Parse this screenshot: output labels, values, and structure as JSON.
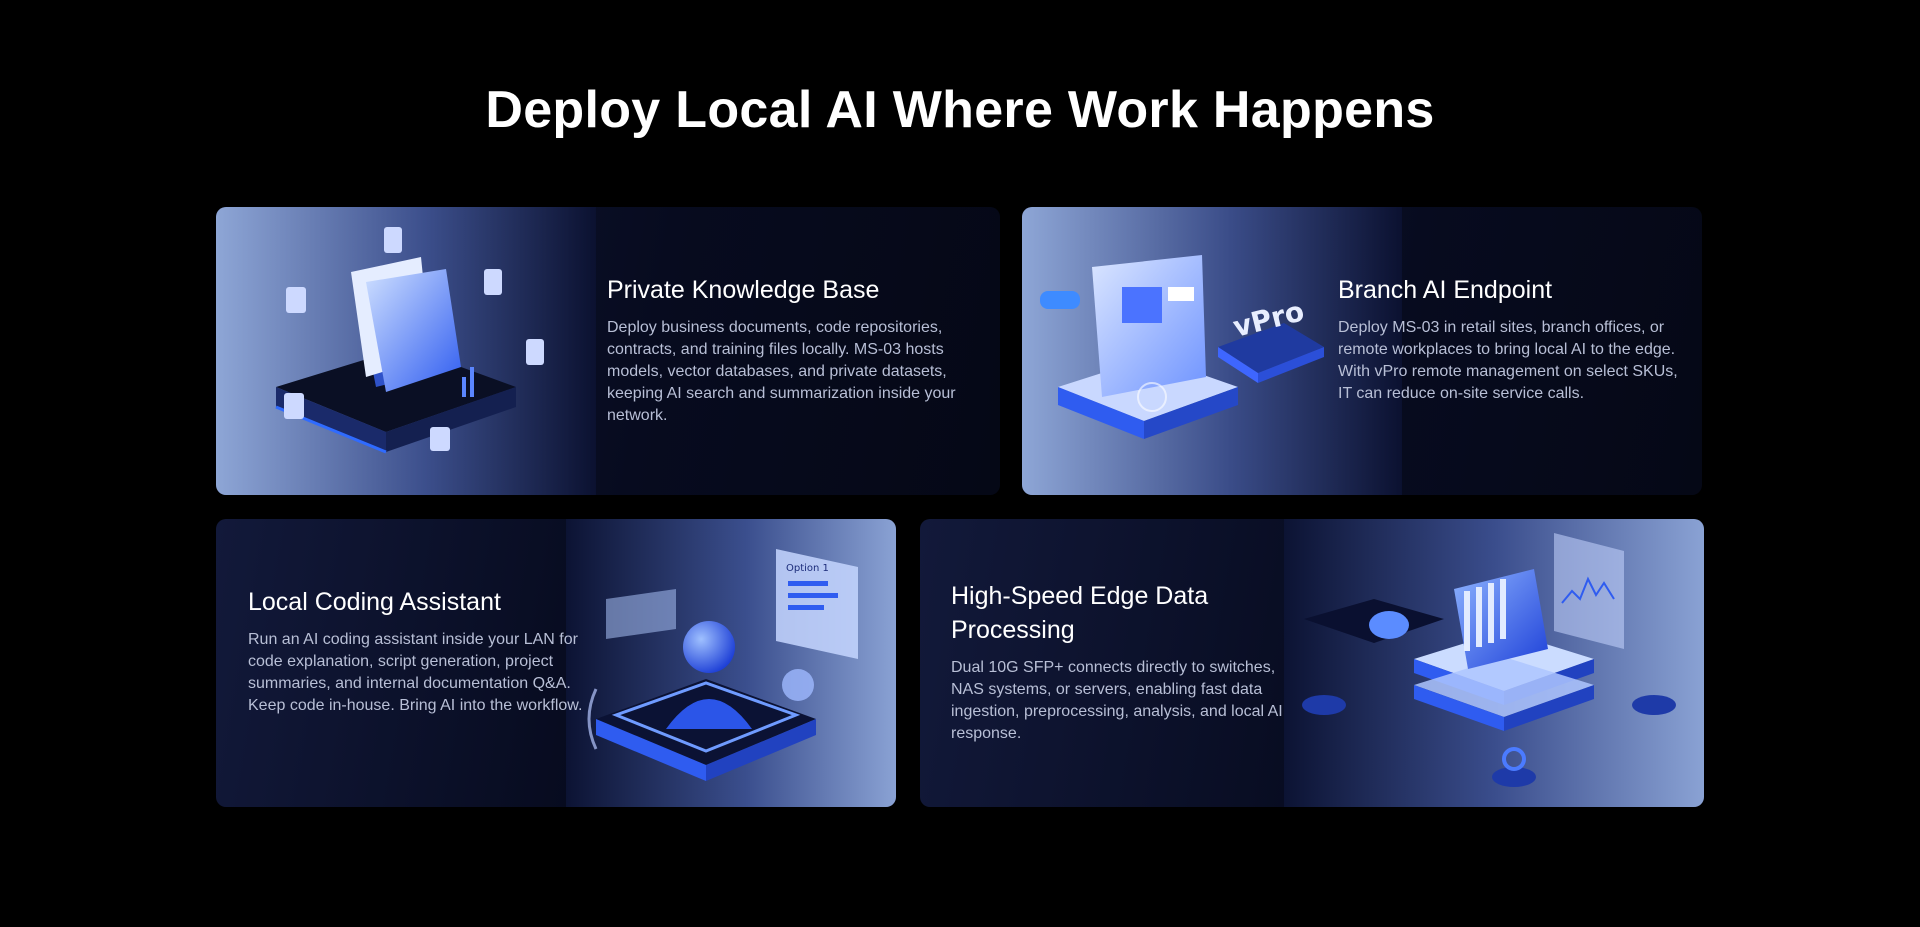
{
  "page": {
    "title": "Deploy Local AI Where Work Happens"
  },
  "cards": [
    {
      "title": "Private Knowledge Base",
      "description": "Deploy business documents, code repositories, contracts, and training files locally. MS-03 hosts models, vector databases, and private datasets, keeping AI search and summarization inside your network."
    },
    {
      "title": "Branch AI Endpoint",
      "description": "Deploy MS-03 in retail sites, branch offices, or remote workplaces to bring local AI to the edge. With vPro remote management on select SKUs, IT can reduce on-site service calls.",
      "illustration_label": "vPro"
    },
    {
      "title": "Local Coding Assistant",
      "description": "Run an AI coding assistant inside your LAN for code explanation, script generation, project summaries, and internal documentation Q&A. Keep code in-house. Bring AI into the workflow.",
      "illustration_label": "Option 1"
    },
    {
      "title": "High-Speed Edge Data Processing",
      "description": "Dual 10G SFP+ connects directly to switches, NAS systems, or servers, enabling fast data ingestion, preprocessing, analysis, and local AI response."
    }
  ],
  "colors": {
    "background": "#000000",
    "accent_blue": "#2f6bff",
    "text_muted": "#b8bfd6"
  }
}
